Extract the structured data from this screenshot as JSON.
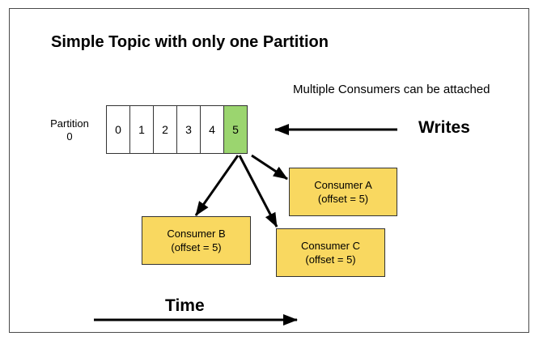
{
  "title": "Simple Topic with only one Partition",
  "subtitle": "Multiple Consumers can be attached",
  "partition": {
    "label_line1": "Partition",
    "label_line2": "0"
  },
  "offsets": [
    "0",
    "1",
    "2",
    "3",
    "4",
    "5"
  ],
  "active_offset_index": 5,
  "writes_label": "Writes",
  "consumers": {
    "a": {
      "name": "Consumer A",
      "offset": "(offset = 5)"
    },
    "b": {
      "name": "Consumer B",
      "offset": "(offset = 5)"
    },
    "c": {
      "name": "Consumer C",
      "offset": "(offset = 5)"
    }
  },
  "time_label": "Time",
  "colors": {
    "active_cell": "#9bd56f",
    "consumer_box": "#f9d860"
  }
}
